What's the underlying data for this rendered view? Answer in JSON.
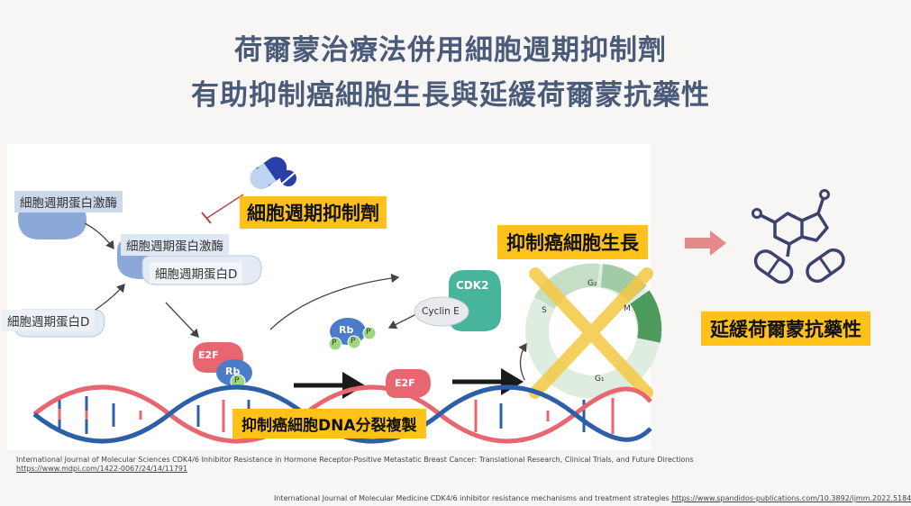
{
  "slide": {
    "title_line1": "荷爾蒙治療法併用細胞週期抑制劑",
    "title_line2": "有助抑制癌細胞生長與延緩荷爾蒙抗藥性"
  },
  "diagram": {
    "labels": {
      "kinase_left": "細胞週期蛋白激酶",
      "kinase_complex": "細胞週期蛋白激酶",
      "cyclin_d_complex": "細胞週期蛋白D",
      "cyclin_d_left": "細胞週期蛋白D",
      "inhibitor": "細胞週期抑制劑",
      "inhibit_growth": "抑制癌細胞生長",
      "delay_resistance": "延緩荷爾蒙抗藥性",
      "inhibit_dna": "抑制癌細胞DNA分裂複製"
    },
    "molecules": {
      "e2f": "E2F",
      "rb": "Rb",
      "p": "P",
      "cdk2": "CDK2",
      "cyclin_e": "Cyclin E"
    },
    "cycle_phases": [
      "S",
      "G₂",
      "M",
      "G₁"
    ],
    "colors": {
      "title": "#4a5b7a",
      "highlight": "#ffc21a",
      "cross": "#f5c842",
      "protein_blue": "#8aa9d8",
      "e2f_pink": "#e8666f",
      "rb_blue": "#4a7cc9",
      "p_green": "#9ed67d",
      "cdk2_teal": "#46b59b",
      "arrow_pink": "#e58a8a",
      "icon_navy": "#3b4270"
    }
  },
  "citations": {
    "cite1_text": "International Journal of Molecular Sciences CDK4/6 Inhibitor Resistance in Hormone Receptor-Positive Metastatic Breast Cancer: Translational Research, Clinical Trials, and Future Directions",
    "cite1_url": "https://www.mdpi.com/1422-0067/24/14/11791",
    "cite2_text": "International Journal of Molecular Medicine  CDK4/6 inhibitor resistance mechanisms and treatment strategies ",
    "cite2_url": "https://www.spandidos-publications.com/10.3892/ijmm.2022.5184"
  }
}
